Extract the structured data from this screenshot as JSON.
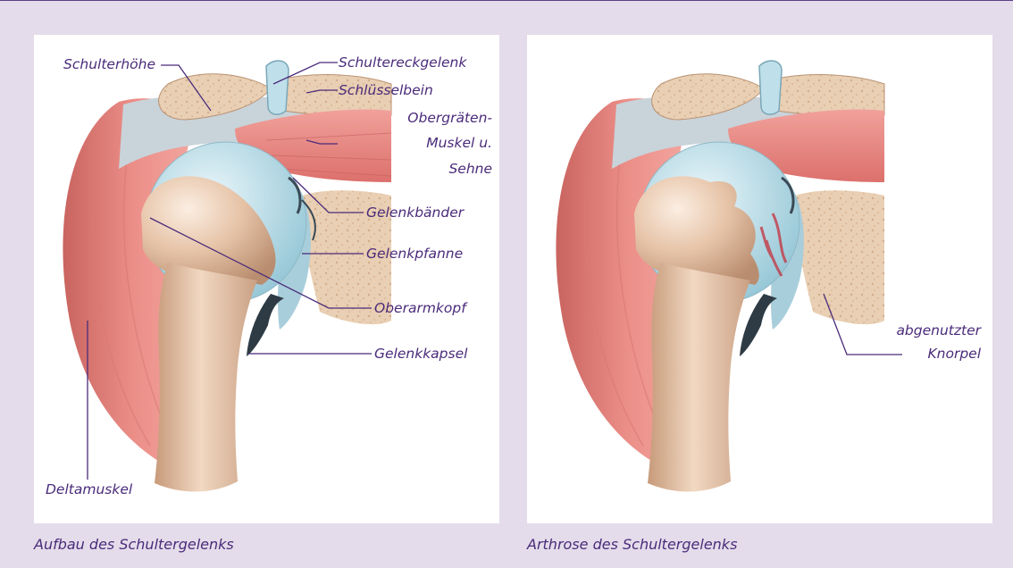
{
  "left_panel": {
    "caption": "Aufbau des Schultergelenks",
    "labels": {
      "schulterhoehe": "Schulterhöhe",
      "schultereckgelenk": "Schultereckgelenk",
      "schluesselbein": "Schlüsselbein",
      "obergraeten_1": "Obergräten-",
      "obergraeten_2": "Muskel u.",
      "obergraeten_3": "Sehne",
      "gelenkbaender": "Gelenkbänder",
      "gelenkpfanne": "Gelenkpfanne",
      "oberarmkopf": "Oberarmkopf",
      "gelenkkapsel": "Gelenkkapsel",
      "deltamuskel": "Deltamuskel"
    }
  },
  "right_panel": {
    "caption": "Arthrose des Schultergelenks",
    "labels": {
      "knorpel_1": "abgenutzter",
      "knorpel_2": "Knorpel"
    }
  },
  "colors": {
    "background": "#e4dcea",
    "panel": "#ffffff",
    "label_text": "#4a2b7a",
    "muscle": "#e88a86",
    "bone": "#e7cdb0",
    "cartilage": "#b9dbe6",
    "ligament": "#c9d3da",
    "damage": "#c23a46"
  }
}
